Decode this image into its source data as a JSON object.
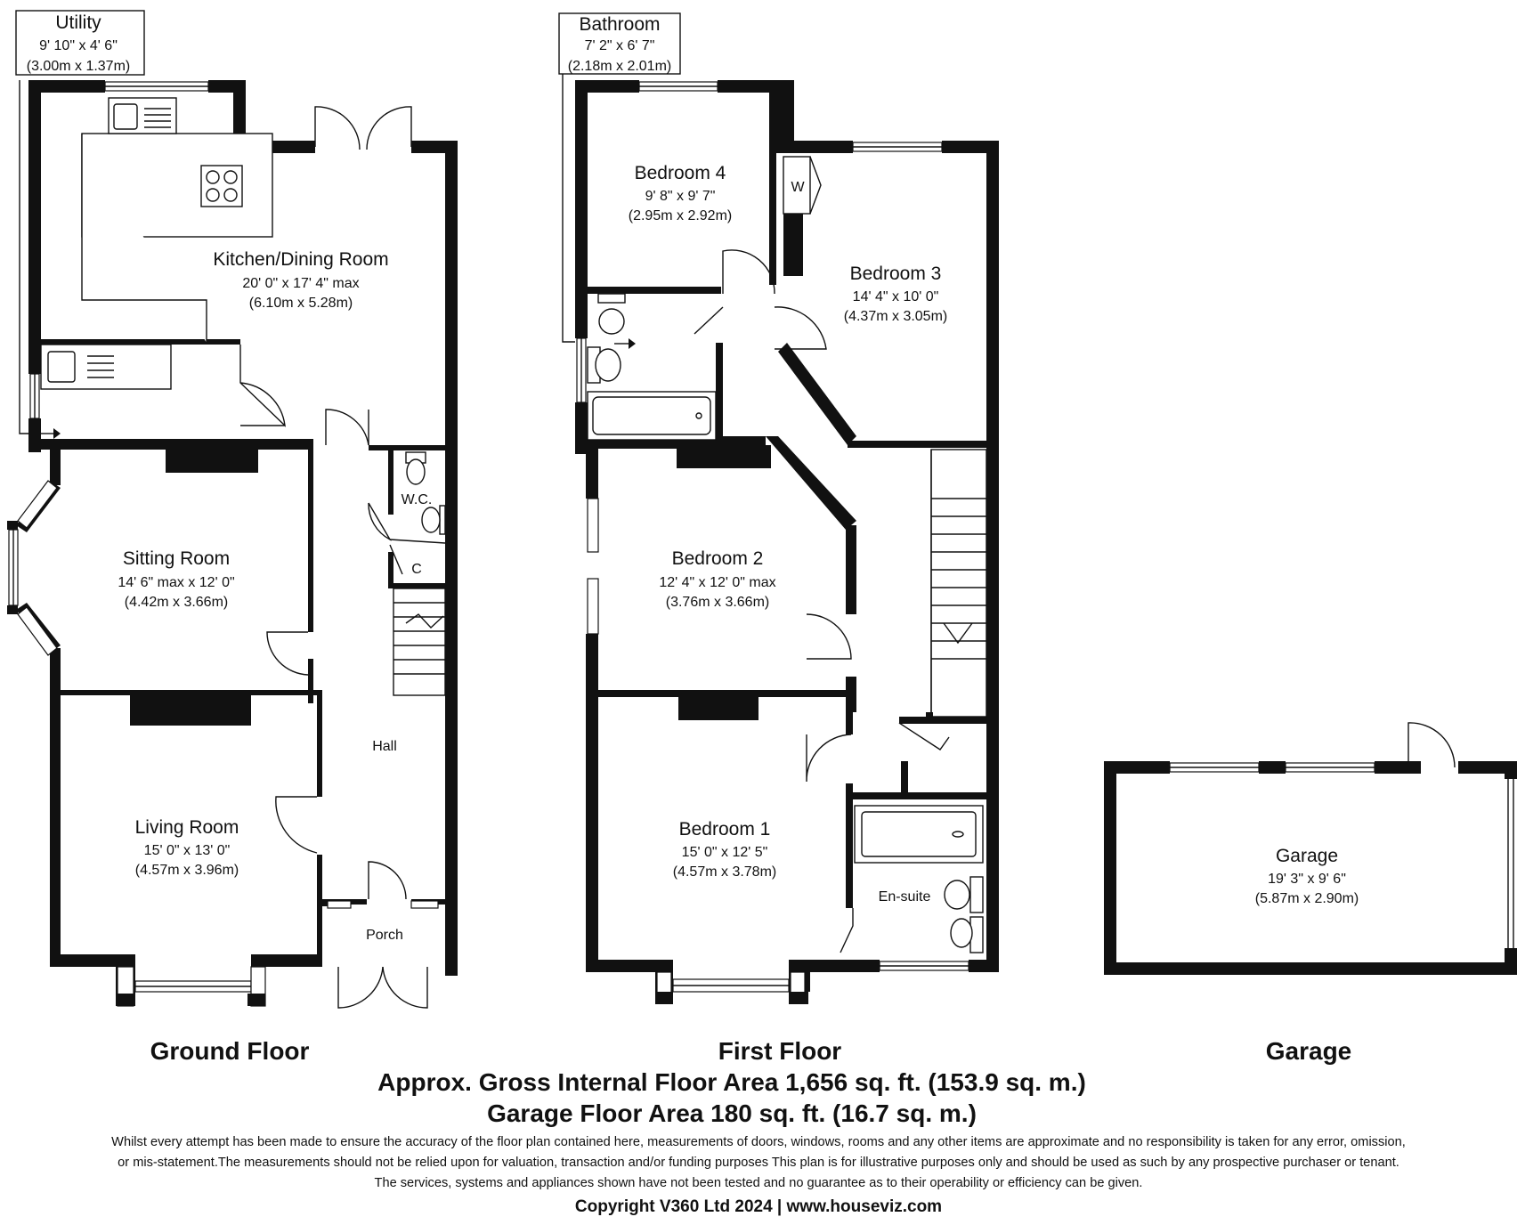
{
  "rooms": {
    "utility": {
      "name": "Utility",
      "dim_imperial": "9' 10\" x 4' 6\"",
      "dim_metric": "(3.00m x 1.37m)"
    },
    "kitchen": {
      "name": "Kitchen/Dining Room",
      "dim_imperial": "20' 0\" x 17' 4\" max",
      "dim_metric": "(6.10m x 5.28m)"
    },
    "sitting": {
      "name": "Sitting Room",
      "dim_imperial": "14' 6\" max x 12' 0\"",
      "dim_metric": "(4.42m x 3.66m)"
    },
    "living": {
      "name": "Living Room",
      "dim_imperial": "15' 0\" x 13' 0\"",
      "dim_metric": "(4.57m x 3.96m)"
    },
    "wc": {
      "name": "W.C."
    },
    "cupboard": {
      "name": "C"
    },
    "hall": {
      "name": "Hall"
    },
    "porch": {
      "name": "Porch"
    },
    "bathroom": {
      "name": "Bathroom",
      "dim_imperial": "7' 2\" x 6' 7\"",
      "dim_metric": "(2.18m x 2.01m)"
    },
    "bedroom4": {
      "name": "Bedroom 4",
      "dim_imperial": "9' 8\" x 9' 7\"",
      "dim_metric": "(2.95m x 2.92m)"
    },
    "bedroom3": {
      "name": "Bedroom 3",
      "dim_imperial": "14' 4\" x 10' 0\"",
      "dim_metric": "(4.37m x 3.05m)"
    },
    "wardrobe": {
      "name": "W"
    },
    "bedroom2": {
      "name": "Bedroom 2",
      "dim_imperial": "12' 4\" x 12' 0\" max",
      "dim_metric": "(3.76m x 3.66m)"
    },
    "bedroom1": {
      "name": "Bedroom 1",
      "dim_imperial": "15' 0\" x 12' 5\"",
      "dim_metric": "(4.57m x 3.78m)"
    },
    "ensuite": {
      "name": "En-suite"
    },
    "garage": {
      "name": "Garage",
      "dim_imperial": "19' 3\" x 9' 6\"",
      "dim_metric": "(5.87m x 2.90m)"
    }
  },
  "floors": {
    "ground": "Ground Floor",
    "first": "First Floor",
    "garage": "Garage"
  },
  "area": {
    "gross": "Approx. Gross Internal Floor Area 1,656 sq. ft. (153.9 sq. m.)",
    "garage": "Garage Floor Area  180 sq. ft. (16.7 sq. m.)"
  },
  "footer": {
    "disclaimer_1": "Whilst every attempt has been made to ensure the accuracy of the floor plan contained here, measurements of doors, windows, rooms and any other items are approximate and no responsibility is taken for any error, omission,",
    "disclaimer_2": "or mis-statement.The measurements should not be relied upon for valuation, transaction and/or funding purposes This plan is for illustrative purposes only and should be used as such by any prospective purchaser or tenant.",
    "disclaimer_3": "The services, systems and appliances shown have not been tested and no guarantee as to their operability or efficiency can be given.",
    "copyright": "Copyright V360 Ltd 2024 | www.houseviz.com"
  }
}
